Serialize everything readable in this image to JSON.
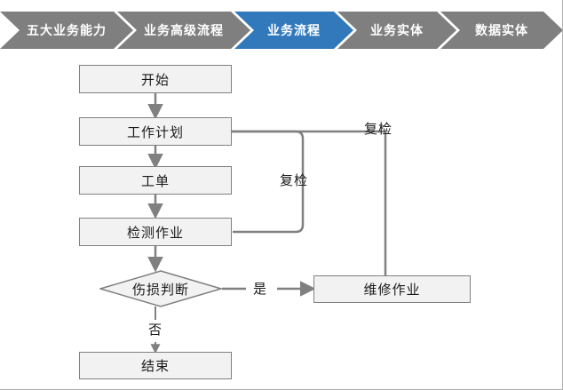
{
  "breadcrumb": {
    "items": [
      {
        "label": "五大业务能力",
        "state": "inactive"
      },
      {
        "label": "业务高级流程",
        "state": "inactive"
      },
      {
        "label": "业务流程",
        "state": "active"
      },
      {
        "label": "业务实体",
        "state": "inactive"
      },
      {
        "label": "数据实体",
        "state": "inactive"
      }
    ],
    "colors": {
      "inactive_bg": "#7f7f7f",
      "active_bg": "#3279bc",
      "text": "#ffffff"
    }
  },
  "flowchart": {
    "colors": {
      "node_fill": "#f2f2f2",
      "node_border": "#808080",
      "connector": "#808080",
      "text": "#1a1a1a"
    },
    "nodes": {
      "start": "开始",
      "work_plan": "工作计划",
      "work_order": "工单",
      "inspection": "检测作业",
      "damage_decision": "伤损判断",
      "maintenance": "维修作业",
      "end": "结束"
    },
    "edge_labels": {
      "recheck_inner": "复检",
      "recheck_outer": "复检",
      "yes": "是",
      "no": "否"
    }
  }
}
